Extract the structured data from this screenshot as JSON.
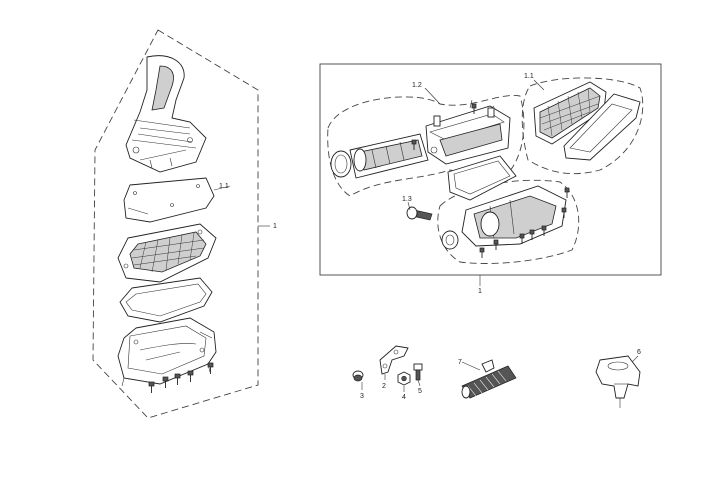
{
  "callouts": {
    "left_assembly": "1",
    "left_element": "1.1",
    "right_assembly": "1",
    "right_tube": "1.2",
    "right_element": "1.1",
    "right_bolt": "1.3",
    "part_2": "2",
    "part_3": "3",
    "part_4": "4",
    "part_5": "5",
    "part_6": "6",
    "part_7": "7"
  }
}
